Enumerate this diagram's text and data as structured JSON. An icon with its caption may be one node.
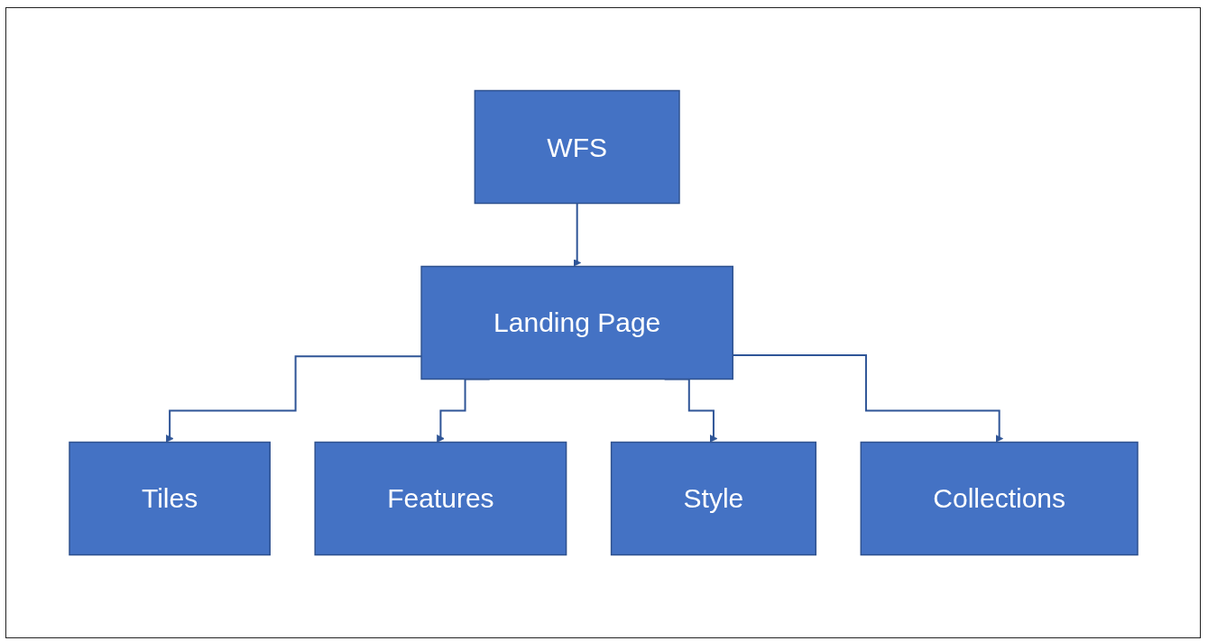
{
  "diagram": {
    "nodes": [
      {
        "text": [
          "WFS"
        ]
      },
      {
        "text": [
          "Landing Page"
        ]
      },
      {
        "text": [
          "Tiles"
        ]
      },
      {
        "text": [
          "Features"
        ]
      },
      {
        "text": [
          "Style"
        ]
      },
      {
        "text": [
          "Collections"
        ]
      }
    ],
    "edges": [
      {
        "from": 0,
        "to": 1,
        "arrow": "to"
      },
      {
        "from": 1,
        "to": 2,
        "arrow": "to"
      },
      {
        "from": 1,
        "to": 3,
        "arrow": "to"
      },
      {
        "from": 1,
        "to": 4,
        "arrow": "to"
      },
      {
        "from": 1,
        "to": 5,
        "arrow": "to"
      }
    ]
  }
}
